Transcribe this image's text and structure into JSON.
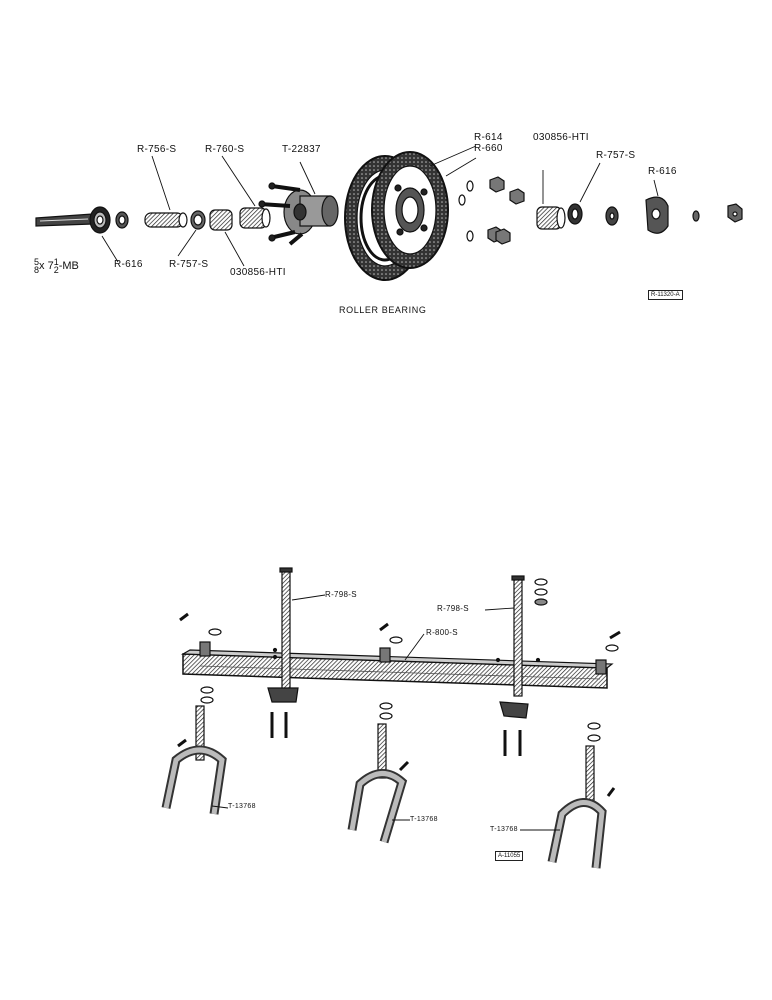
{
  "section1": {
    "caption": "ROLLER BEARING",
    "ref_code": "R-11320-A",
    "bolt_label": {
      "num": "5",
      "den": "8",
      "rest": "x 7",
      "rest_num": "1",
      "rest_den": "2",
      "suffix": "-MB"
    },
    "labels": {
      "r756s": "R-756-S",
      "r760s": "R-760-S",
      "t22837": "T-22837",
      "r614": "R-614",
      "r660": "R-660",
      "ht1_right": "030856-HTI",
      "r757s_right": "R-757-S",
      "r616_right": "R-616",
      "r616_left": "R-616",
      "r757s_left": "R-757-S",
      "ht1_left": "030856-HTI"
    }
  },
  "section2": {
    "ref_code": "A-11055",
    "labels": {
      "r798s_left": "R-798-S",
      "r798s_right": "R-798-S",
      "r800s": "R-800-S",
      "t13768_left": "T-13768",
      "t13768_mid": "T-13768",
      "t13768_right": "T-13768"
    }
  }
}
